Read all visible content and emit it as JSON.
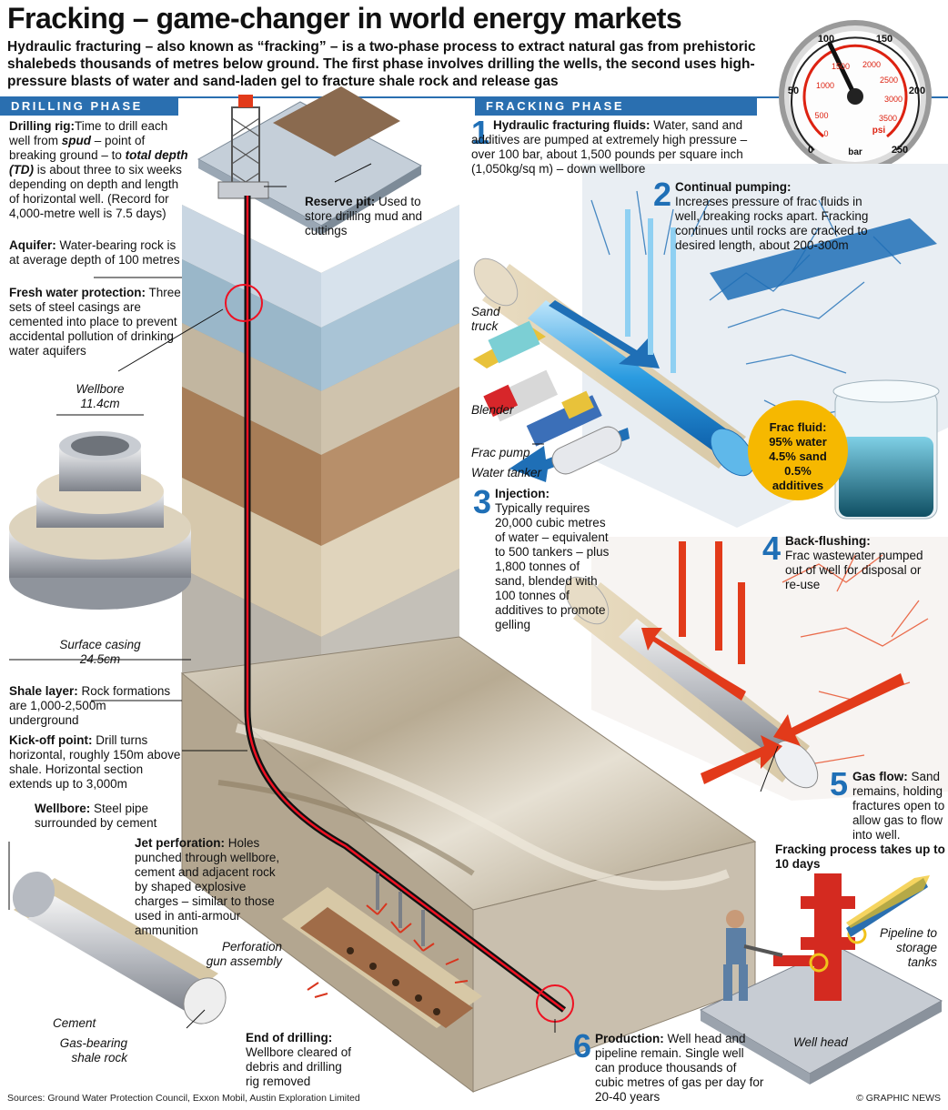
{
  "title": "Fracking – game-changer in world energy markets",
  "intro": "Hydraulic fracturing – also known as “fracking” – is a two-phase process to extract natural gas from prehistoric shalebeds thousands of metres below ground. The first phase involves drilling the wells, the second uses high-pressure blasts of water and sand-laden gel to fracture shale rock and release gas",
  "phases": {
    "drilling": "DRILLING PHASE",
    "fracking": "FRACKING PHASE"
  },
  "gauge": {
    "bar_ticks": [
      "0",
      "50",
      "100",
      "150",
      "200",
      "250"
    ],
    "psi_ticks": [
      "0",
      "500",
      "1000",
      "1500",
      "2000",
      "2500",
      "3000",
      "3500"
    ],
    "units": {
      "bar": "bar",
      "psi": "psi"
    }
  },
  "drilling": {
    "rig": {
      "head": "Drilling rig:",
      "pre": "Time to drill each well from ",
      "spud": "spud",
      "mid": " – point of breaking ground – to ",
      "td": "total depth (TD)",
      "post": " is about three to six weeks depending on depth and length of horizontal well. (Record for 4,000-metre well is 7.5 days)"
    },
    "reserve_pit": {
      "head": "Reserve pit:",
      "body": " Used to store drilling mud and cuttings"
    },
    "aquifer": {
      "head": "Aquifer:",
      "body": " Water-bearing rock is at average depth of 100 metres"
    },
    "fresh_water": {
      "head": "Fresh water protection:",
      "body": " Three sets of steel casings are cemented into place to prevent accidental pollution of drinking water aquifers"
    },
    "wellbore_size": {
      "label": "Wellbore",
      "value": "11.4cm"
    },
    "surface_casing": {
      "label": "Surface casing",
      "value": "24.5cm"
    },
    "shale_layer": {
      "head": "Shale layer:",
      "body": " Rock formations are 1,000-2,500m underground"
    },
    "kickoff": {
      "head": "Kick-off point:",
      "body": " Drill turns horizontal, roughly 150m above shale. Horizontal section extends up to 3,000m"
    },
    "wellbore": {
      "head": "Wellbore:",
      "body": " Steel pipe surrounded by cement"
    },
    "cement": "Cement",
    "shale_rock": {
      "line1": "Gas-bearing",
      "line2": "shale rock"
    },
    "jet": {
      "head": "Jet perforation:",
      "body": " Holes punched through wellbore, cement and adjacent rock by shaped explosive charges – similar to those used in anti-armour ammunition"
    },
    "perf_gun": {
      "line1": "Perforation",
      "line2": "gun assembly"
    },
    "end_drilling": {
      "head": "End of drilling:",
      "body": " Wellbore cleared of debris and drilling rig removed"
    }
  },
  "fracking": {
    "steps": [
      {
        "num": "1",
        "head": "Hydraulic fracturing fluids:",
        "body": " Water, sand and additives are pumped at extremely high pressure – over 100 bar, about 1,500 pounds per square inch (1,050kg/sq m) – down wellbore"
      },
      {
        "num": "2",
        "head": "Continual pumping:",
        "body": "Increases pressure of frac fluids in well, breaking rocks apart. Fracking continues until rocks are cracked to desired length, about 200-300m"
      },
      {
        "num": "3",
        "head": "Injection:",
        "body": "Typically requires 20,000 cubic metres of water – equivalent to 500 tankers – plus 1,800 tonnes of sand, blended with 100 tonnes of additives to promote gelling"
      },
      {
        "num": "4",
        "head": "Back-flushing:",
        "body": "Frac wastewater pumped out of well for disposal or re-use"
      },
      {
        "num": "5",
        "head": "Gas flow:",
        "body": " Sand remains, holding fractures open to allow gas to flow into well.",
        "emph": "Fracking process takes up to 10 days"
      },
      {
        "num": "6",
        "head": "Production:",
        "body": " Well head and pipeline remain. Single well can produce thousands of cubic metres of gas per day for 20-40 years"
      }
    ],
    "vehicles": {
      "sand_truck_1": "Sand",
      "sand_truck_2": "truck",
      "blender": "Blender",
      "frac_pump": "Frac pump",
      "water_tanker": "Water tanker"
    },
    "frac_fluid": {
      "title": "Frac fluid:",
      "water": "95% water",
      "sand": "4.5% sand",
      "additives_1": "0.5%",
      "additives_2": "additives"
    },
    "pipeline": {
      "line1": "Pipeline to",
      "line2": "storage",
      "line3": "tanks"
    },
    "well_head": "Well head"
  },
  "footer": {
    "sources": "Sources: Ground Water Protection Council, Exxon Mobil, Austin Exploration Limited",
    "credit": "© GRAPHIC NEWS"
  },
  "colors": {
    "accent_blue": "#2a6fb0",
    "number_blue": "#1f6fb6",
    "frac_fluid": "#f6b800",
    "backflush_red": "#e23a1a",
    "well_red": "#d42a20"
  }
}
